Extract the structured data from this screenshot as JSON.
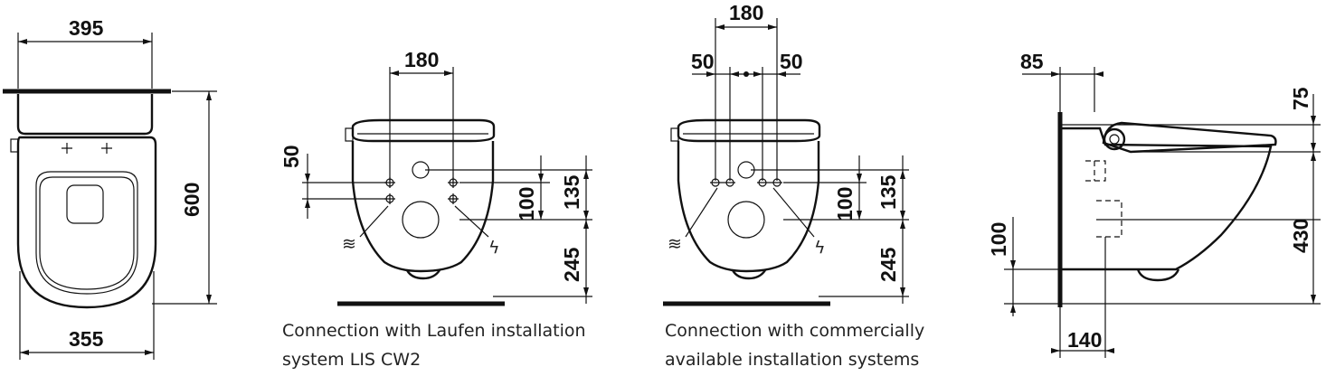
{
  "views": {
    "top": {
      "width_top": "395",
      "height": "600",
      "width_bottom": "355"
    },
    "lis": {
      "spacing_top": "180",
      "offset_left": "50",
      "dim_a": "100",
      "dim_b": "135",
      "dim_c": "245",
      "caption_line1": "Connection with Laufen installation",
      "caption_line2": "system LIS CW2"
    },
    "commercial": {
      "spacing_top": "180",
      "left_gap": "50",
      "right_gap": "50",
      "dim_a": "100",
      "dim_b": "135",
      "dim_c": "245",
      "caption_line1": "Connection with commercially",
      "caption_line2": "available installation systems"
    },
    "side": {
      "offset_top": "85",
      "seat_height": "75",
      "total_height": "430",
      "dim_left": "100",
      "dim_bottom": "140"
    }
  }
}
